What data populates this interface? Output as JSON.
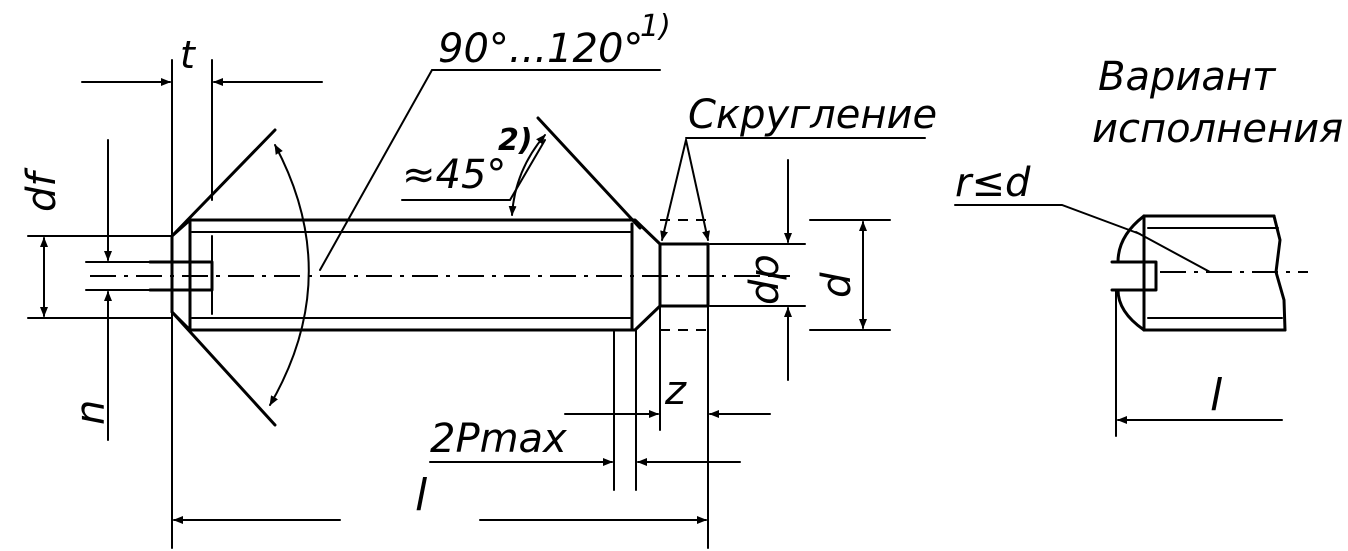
{
  "labels": {
    "t": "t",
    "angle_range": "90°...120°",
    "note1": "1)",
    "angle45": "≈45°",
    "note2": "2)",
    "rounding": "Скругление",
    "df": "df",
    "dp": "dp",
    "d": "d",
    "n": "n",
    "z": "z",
    "p2max": "2Pmax",
    "l_main": "l",
    "variant_line1": "Вариант",
    "variant_line2": "исполнения",
    "r_le_d": "r≤d",
    "l_variant": "l"
  }
}
